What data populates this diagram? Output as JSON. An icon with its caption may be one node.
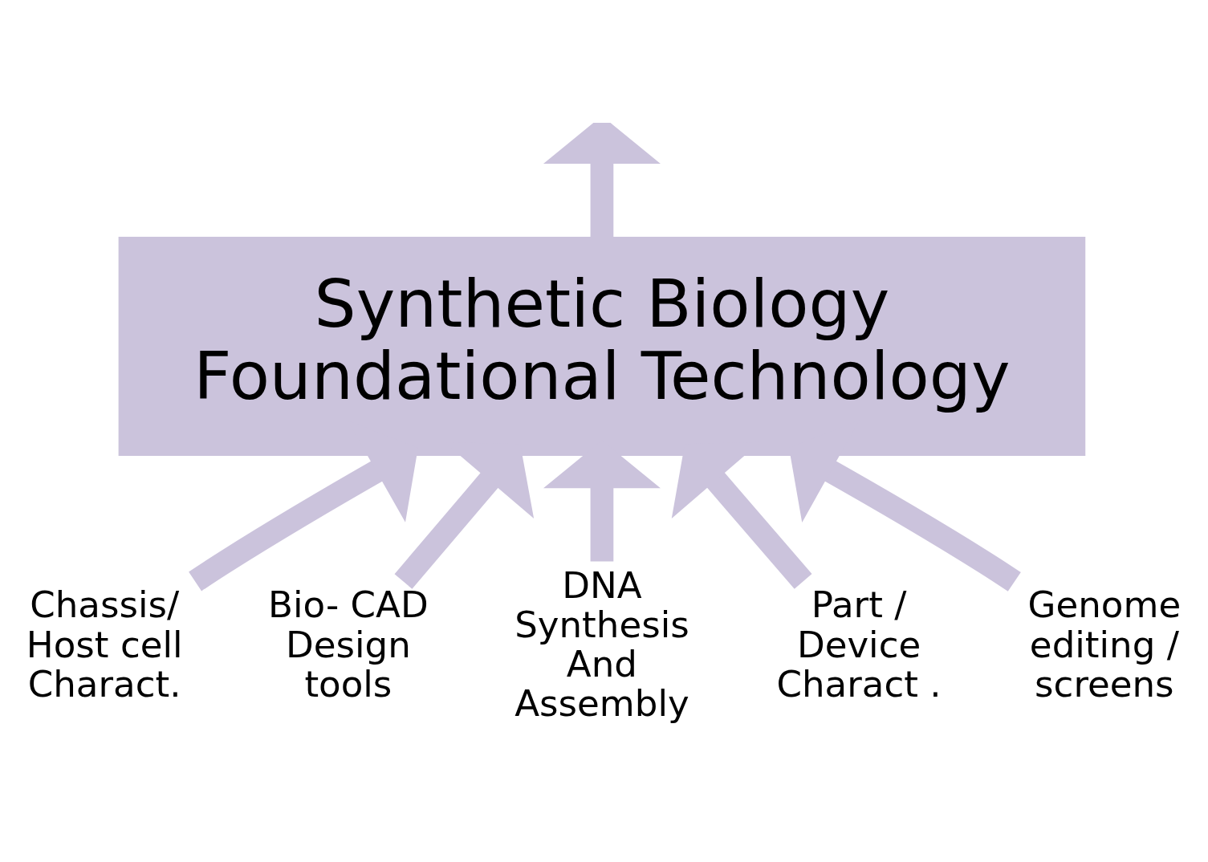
{
  "diagram": {
    "nodes": [
      {
        "text": [
          "Synthetic Biology Foundational Technology"
        ]
      },
      {
        "text": [
          "Chassis/ Host cell Charact."
        ]
      },
      {
        "text": [
          "Bio- CAD Design tools"
        ]
      },
      {
        "text": [
          "DNA Synthesis And Assembly"
        ]
      },
      {
        "text": [
          "Part / Device Charact ."
        ]
      },
      {
        "text": [
          "Genome editing / screens"
        ]
      }
    ],
    "edges": [
      {
        "from": 0,
        "to": null,
        "arrow": "to"
      },
      {
        "from": 1,
        "to": 0,
        "arrow": "to"
      },
      {
        "from": 2,
        "to": 0,
        "arrow": "to"
      },
      {
        "from": 3,
        "to": 0,
        "arrow": "to"
      },
      {
        "from": 4,
        "to": 0,
        "arrow": "to"
      },
      {
        "from": 5,
        "to": 0,
        "arrow": "to"
      }
    ]
  }
}
